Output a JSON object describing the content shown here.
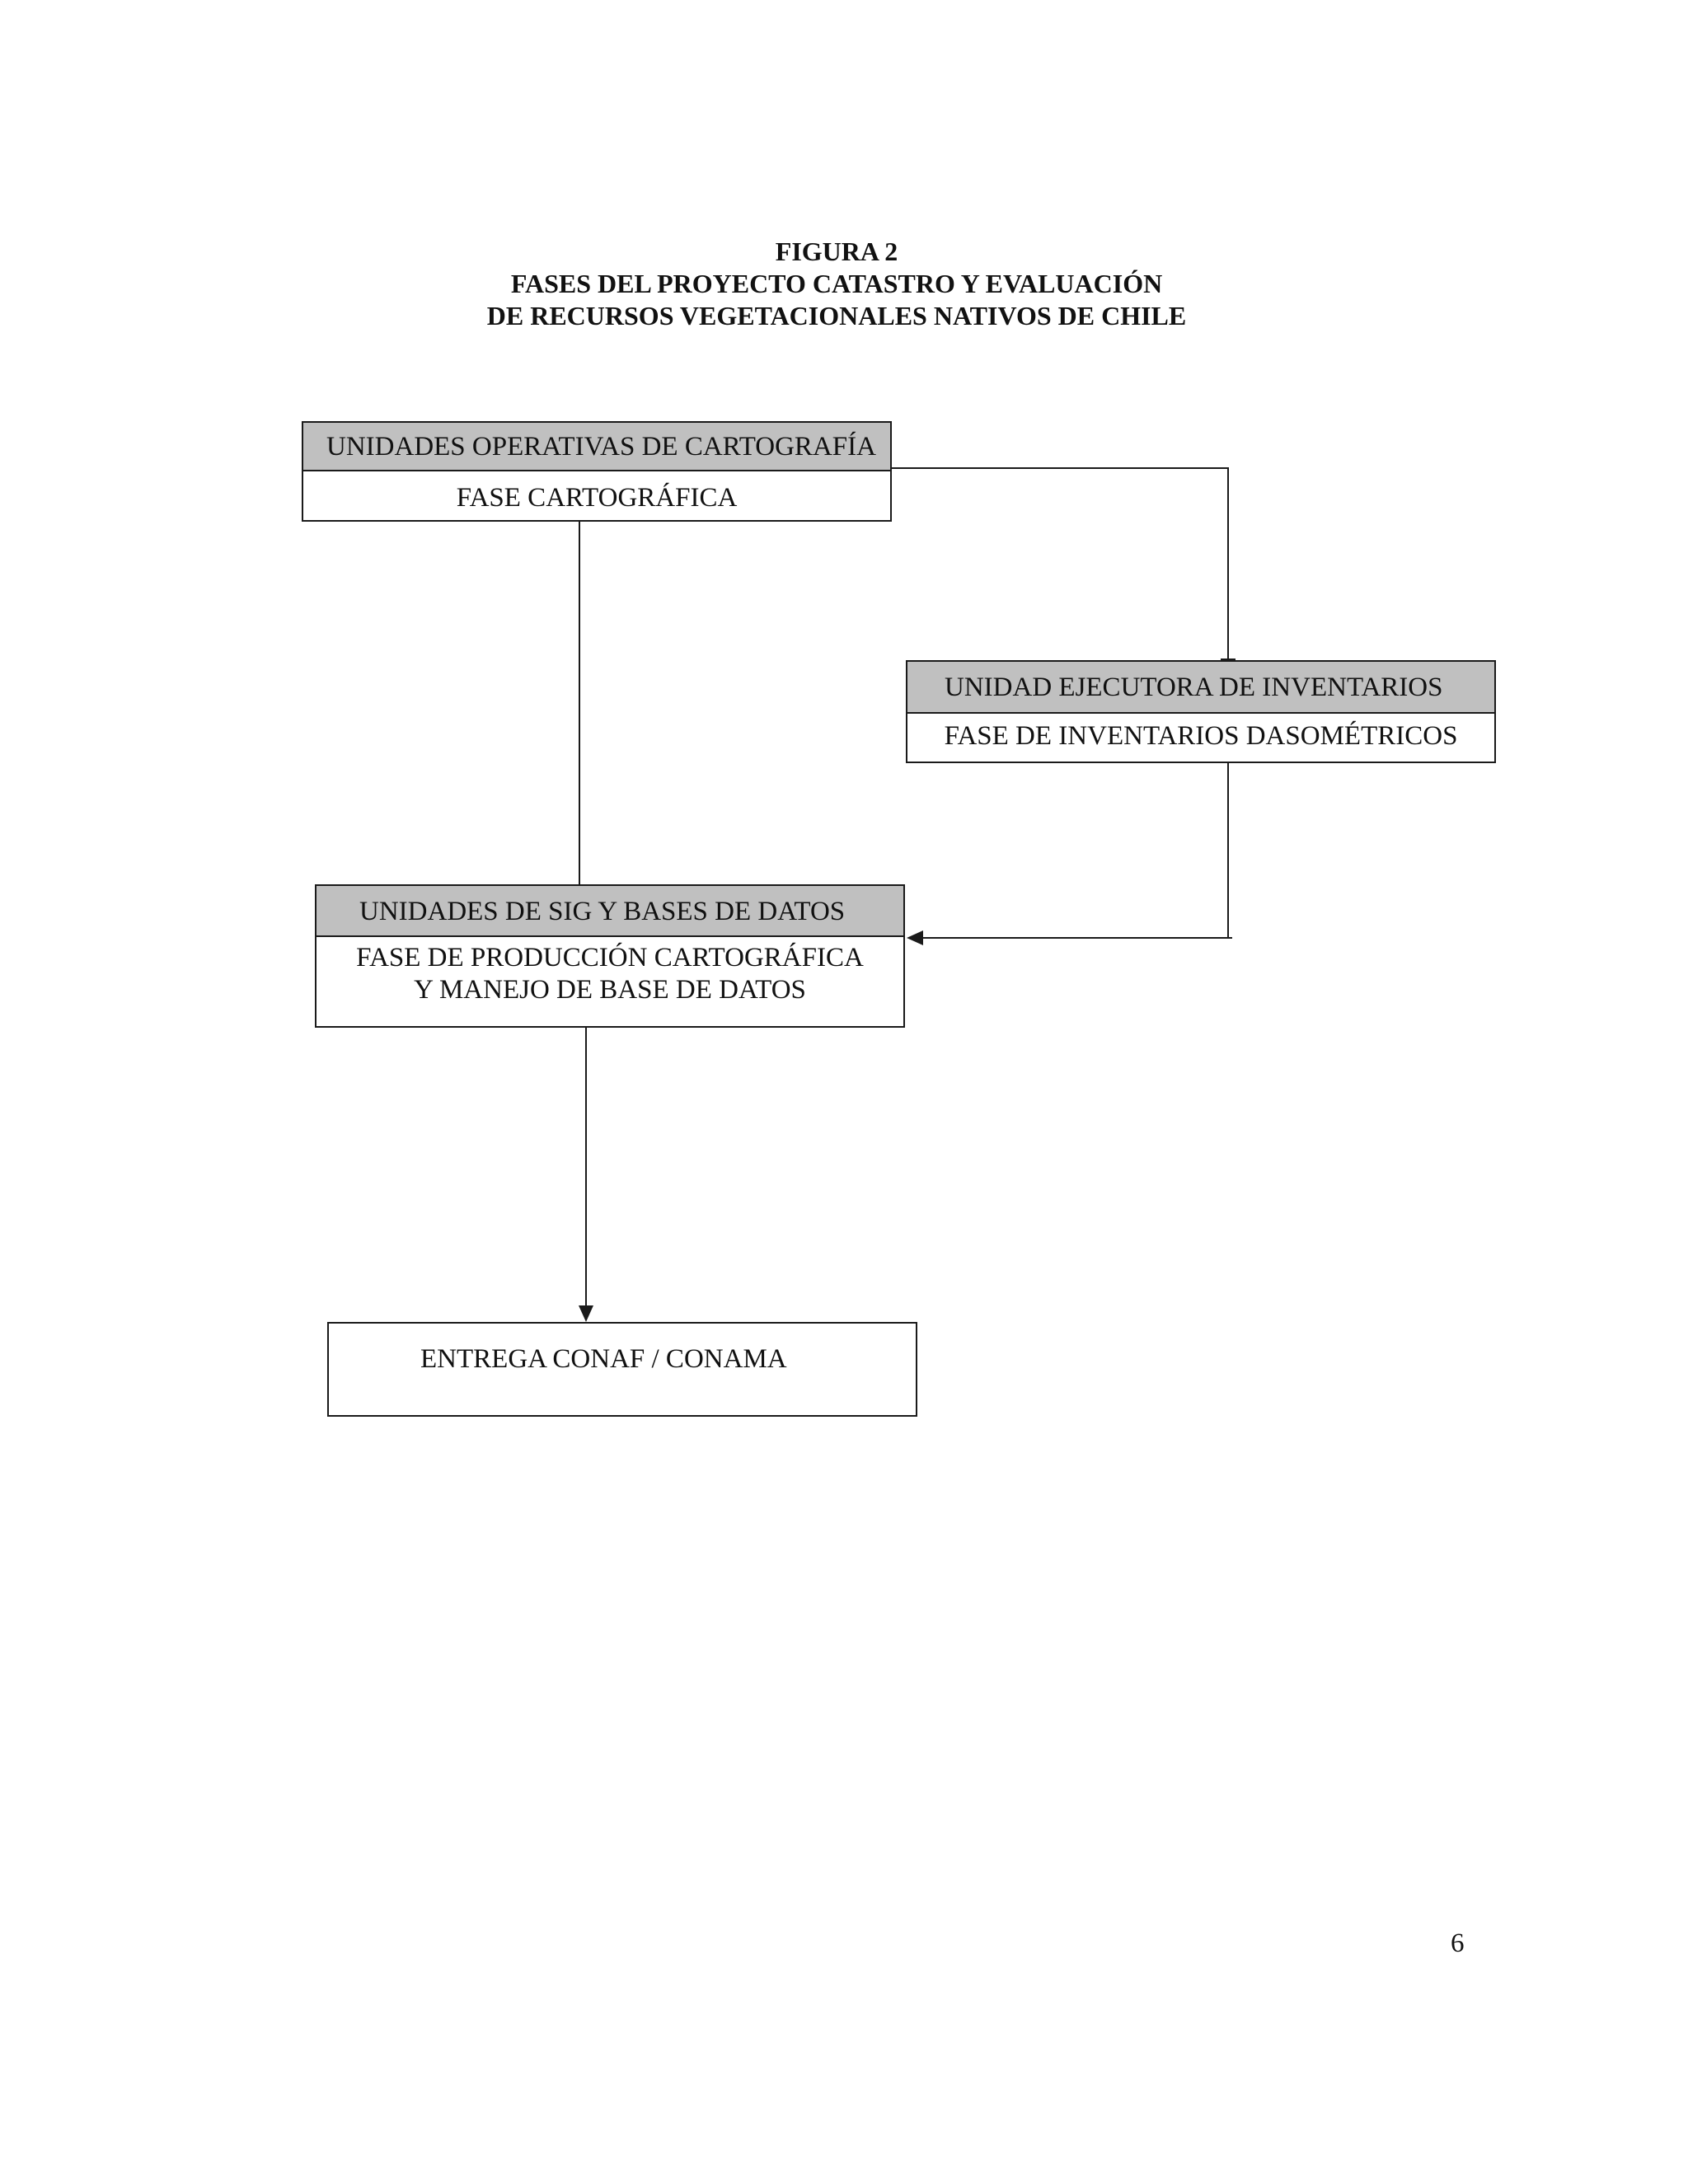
{
  "figure": {
    "title_lines": [
      "FIGURA 2",
      "FASES DEL PROYECTO CATASTRO Y EVALUACIÓN",
      "DE RECURSOS VEGETACIONALES NATIVOS DE CHILE"
    ]
  },
  "boxes": {
    "cartografia": {
      "header": "UNIDADES OPERATIVAS DE CARTOGRAFÍA",
      "body": "FASE CARTOGRÁFICA"
    },
    "inventarios": {
      "header": "UNIDAD EJECUTORA DE INVENTARIOS",
      "body": "FASE DE INVENTARIOS DASOMÉTRICOS"
    },
    "sig": {
      "header": "UNIDADES DE SIG Y BASES DE DATOS",
      "body_lines": [
        "FASE DE PRODUCCIÓN CARTOGRÁFICA",
        "Y MANEJO DE BASE DE DATOS"
      ]
    },
    "entrega": {
      "body": "ENTREGA CONAF / CONAMA"
    }
  },
  "page_number": "6",
  "colors": {
    "header_fill": "#c0c0c0",
    "line": "#1a1a1a"
  }
}
